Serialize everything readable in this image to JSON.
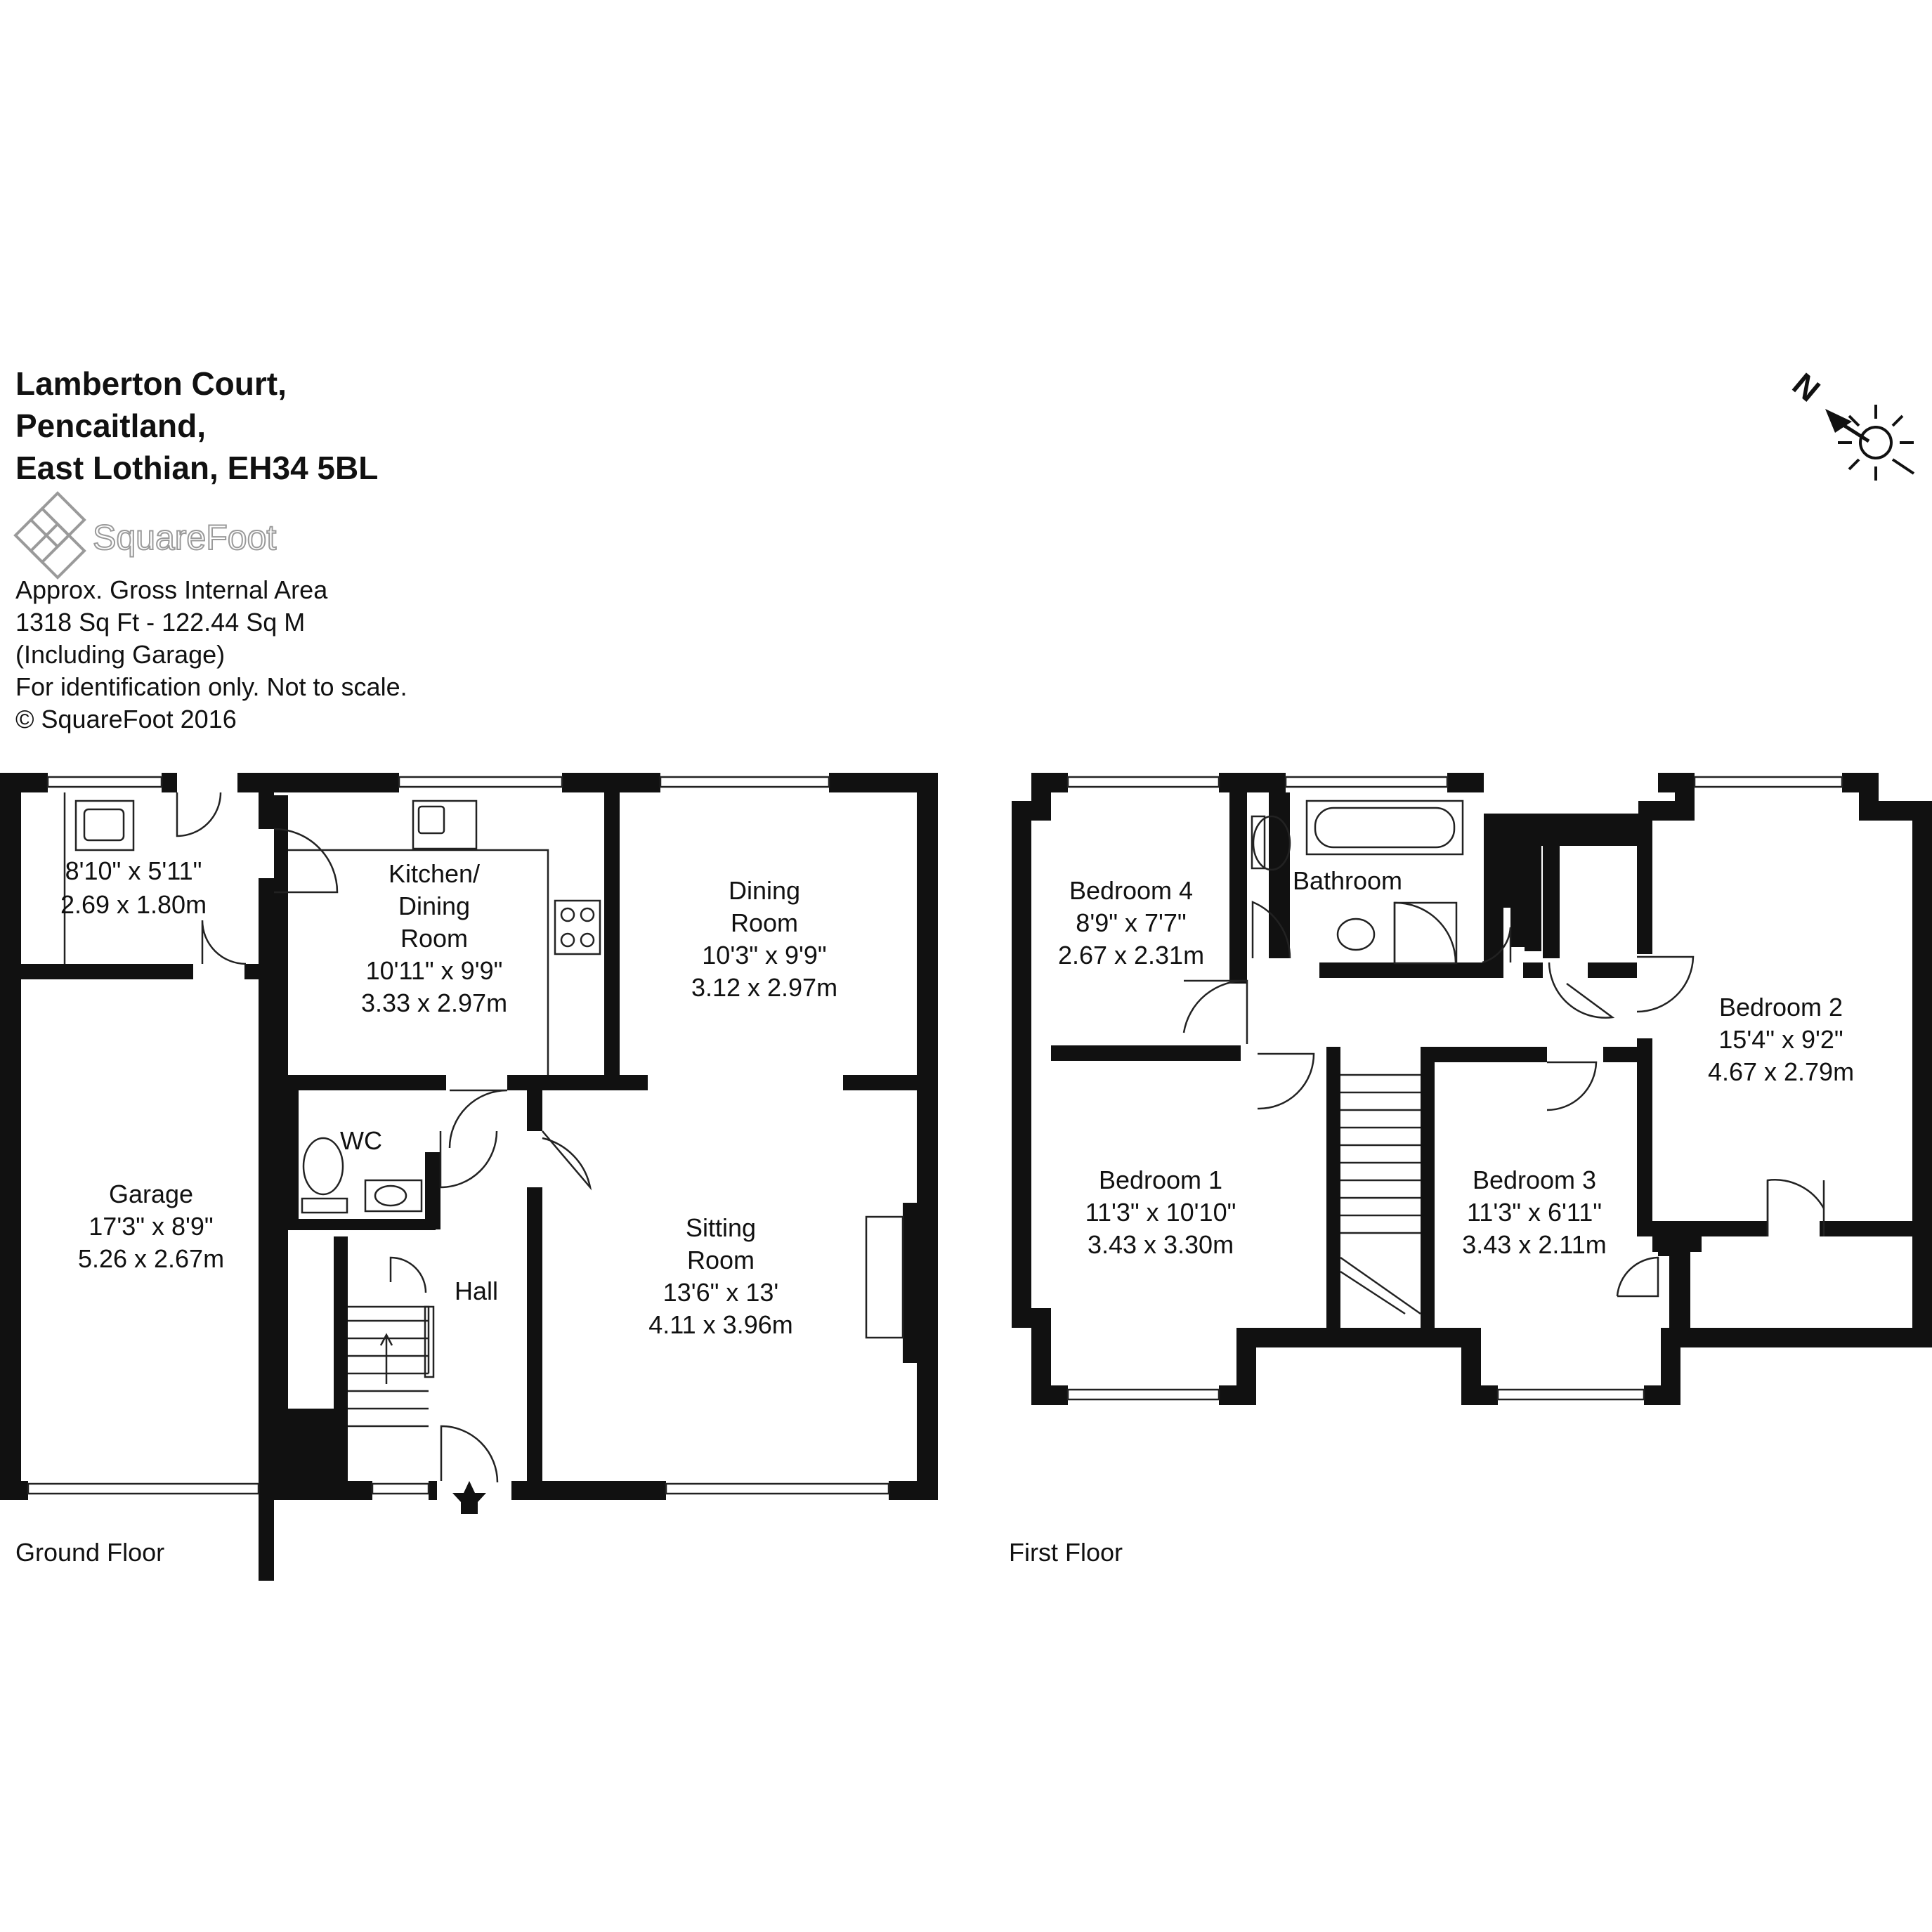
{
  "header": {
    "address_lines": [
      "Lamberton Court,",
      "Pencaitland,",
      "East Lothian, EH34 5BL"
    ],
    "brand": "SquareFoot",
    "info_lines": [
      "Approx. Gross Internal Area",
      "1318 Sq Ft  -  122.44 Sq M",
      "(Including Garage)",
      "For identification only. Not to scale.",
      "© SquareFoot 2016"
    ]
  },
  "compass": {
    "label": "N"
  },
  "ground_floor": {
    "label": "Ground Floor",
    "rooms": {
      "utility": {
        "dim_imperial": "8'10\" x 5'11\"",
        "dim_metric": "2.69 x 1.80m"
      },
      "kitchen": {
        "name1": "Kitchen/",
        "name2": "Dining",
        "name3": "Room",
        "dim_imperial": "10'11\" x 9'9\"",
        "dim_metric": "3.33 x 2.97m"
      },
      "dining": {
        "name1": "Dining",
        "name2": "Room",
        "dim_imperial": "10'3\" x 9'9\"",
        "dim_metric": "3.12 x 2.97m"
      },
      "wc": {
        "name": "WC"
      },
      "garage": {
        "name": "Garage",
        "dim_imperial": "17'3\" x 8'9\"",
        "dim_metric": "5.26 x 2.67m"
      },
      "hall": {
        "name": "Hall"
      },
      "sitting": {
        "name1": "Sitting",
        "name2": "Room",
        "dim_imperial": "13'6\" x 13'",
        "dim_metric": "4.11 x 3.96m"
      }
    }
  },
  "first_floor": {
    "label": "First Floor",
    "rooms": {
      "bedroom4": {
        "name": "Bedroom 4",
        "dim_imperial": "8'9\" x 7'7\"",
        "dim_metric": "2.67 x 2.31m"
      },
      "bathroom": {
        "name": "Bathroom"
      },
      "bedroom1": {
        "name": "Bedroom 1",
        "dim_imperial": "11'3\" x 10'10\"",
        "dim_metric": "3.43 x 3.30m"
      },
      "bedroom3": {
        "name": "Bedroom 3",
        "dim_imperial": "11'3\" x 6'11\"",
        "dim_metric": "3.43 x 2.11m"
      },
      "bedroom2": {
        "name": "Bedroom 2",
        "dim_imperial": "15'4\" x 9'2\"",
        "dim_metric": "4.67 x 2.79m"
      }
    }
  }
}
